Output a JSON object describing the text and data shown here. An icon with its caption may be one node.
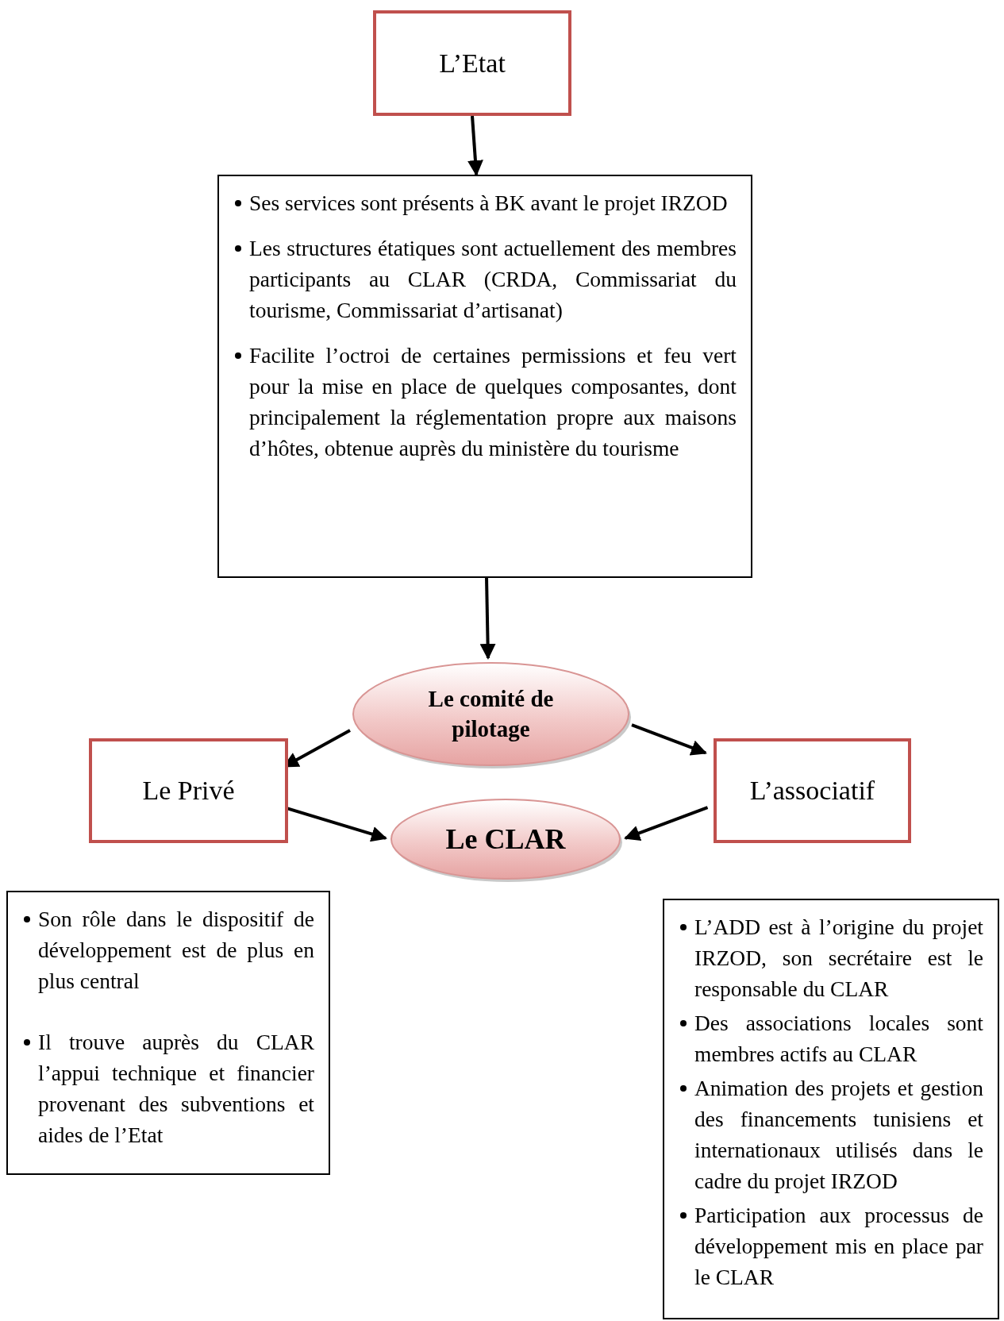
{
  "diagram": {
    "nodes": [
      {
        "text": [
          "L’Etat"
        ]
      },
      {
        "text": [
          "Ses services sont présents à BK avant le projet IRZOD",
          "Les structures étatiques sont actuellement des membres participants au CLAR (CRDA, Commissariat du tourisme, Commissariat d’artisanat)",
          "Facilite l’octroi de certaines permissions et feu vert pour la mise en place de quelques composantes, dont principalement la réglementation propre aux maisons d’hôtes, obtenue auprès du ministère du tourisme"
        ]
      },
      {
        "text": [
          "Le comité de pilotage"
        ]
      },
      {
        "text": [
          "Le Privé"
        ]
      },
      {
        "text": [
          "L’associatif"
        ]
      },
      {
        "text": [
          "Le CLAR"
        ]
      },
      {
        "text": [
          "Son rôle dans le dispositif de développement est de plus en plus central",
          "Il trouve auprès du CLAR l’appui technique et financier provenant des subventions et aides de l’Etat"
        ]
      },
      {
        "text": [
          "L’ADD est à l’origine du projet IRZOD, son secrétaire est le responsable du CLAR",
          "Des associations locales sont membres actifs au CLAR",
          "Animation des projets et gestion des financements tunisiens et internationaux utilisés dans le cadre du projet IRZOD",
          "Participation aux processus de développement mis en place par le CLAR"
        ]
      }
    ],
    "edges": [
      {
        "from": 0,
        "to": 1,
        "arrow": "to"
      },
      {
        "from": 1,
        "to": 2,
        "arrow": "to"
      },
      {
        "from": 2,
        "to": 3,
        "arrow": "to"
      },
      {
        "from": 2,
        "to": 4,
        "arrow": "to"
      },
      {
        "from": 3,
        "to": 5,
        "arrow": "to"
      },
      {
        "from": 4,
        "to": 5,
        "arrow": "to"
      }
    ]
  }
}
